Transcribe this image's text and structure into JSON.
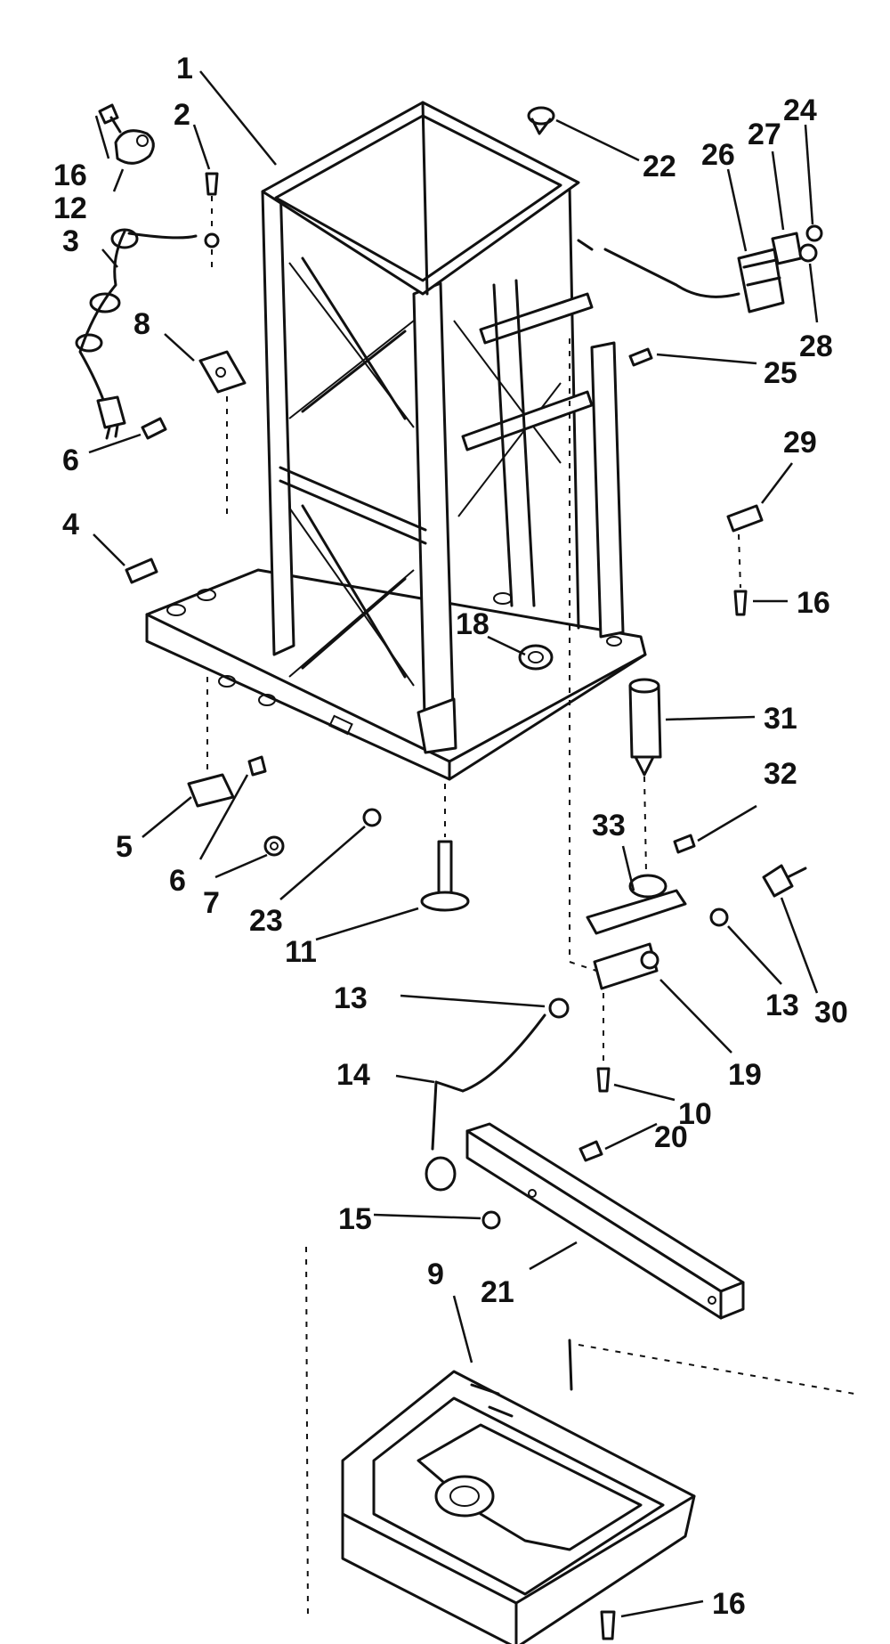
{
  "diagram": {
    "callouts": [
      {
        "id": "c1",
        "label": "1"
      },
      {
        "id": "c2",
        "label": "2"
      },
      {
        "id": "c16a",
        "label": "16"
      },
      {
        "id": "c12",
        "label": "12"
      },
      {
        "id": "c3",
        "label": "3"
      },
      {
        "id": "c8",
        "label": "8"
      },
      {
        "id": "c6a",
        "label": "6"
      },
      {
        "id": "c4",
        "label": "4"
      },
      {
        "id": "c22",
        "label": "22"
      },
      {
        "id": "c26",
        "label": "26"
      },
      {
        "id": "c27",
        "label": "27"
      },
      {
        "id": "c24",
        "label": "24"
      },
      {
        "id": "c28",
        "label": "28"
      },
      {
        "id": "c25",
        "label": "25"
      },
      {
        "id": "c29",
        "label": "29"
      },
      {
        "id": "c16b",
        "label": "16"
      },
      {
        "id": "c18",
        "label": "18"
      },
      {
        "id": "c31",
        "label": "31"
      },
      {
        "id": "c32",
        "label": "32"
      },
      {
        "id": "c5",
        "label": "5"
      },
      {
        "id": "c6b",
        "label": "6"
      },
      {
        "id": "c7",
        "label": "7"
      },
      {
        "id": "c23",
        "label": "23"
      },
      {
        "id": "c11",
        "label": "11"
      },
      {
        "id": "c33",
        "label": "33"
      },
      {
        "id": "c13a",
        "label": "13"
      },
      {
        "id": "c13b",
        "label": "13"
      },
      {
        "id": "c30",
        "label": "30"
      },
      {
        "id": "c19",
        "label": "19"
      },
      {
        "id": "c14",
        "label": "14"
      },
      {
        "id": "c10",
        "label": "10"
      },
      {
        "id": "c20",
        "label": "20"
      },
      {
        "id": "c15",
        "label": "15"
      },
      {
        "id": "c21",
        "label": "21"
      },
      {
        "id": "c9",
        "label": "9"
      },
      {
        "id": "c16c",
        "label": "16"
      }
    ]
  }
}
